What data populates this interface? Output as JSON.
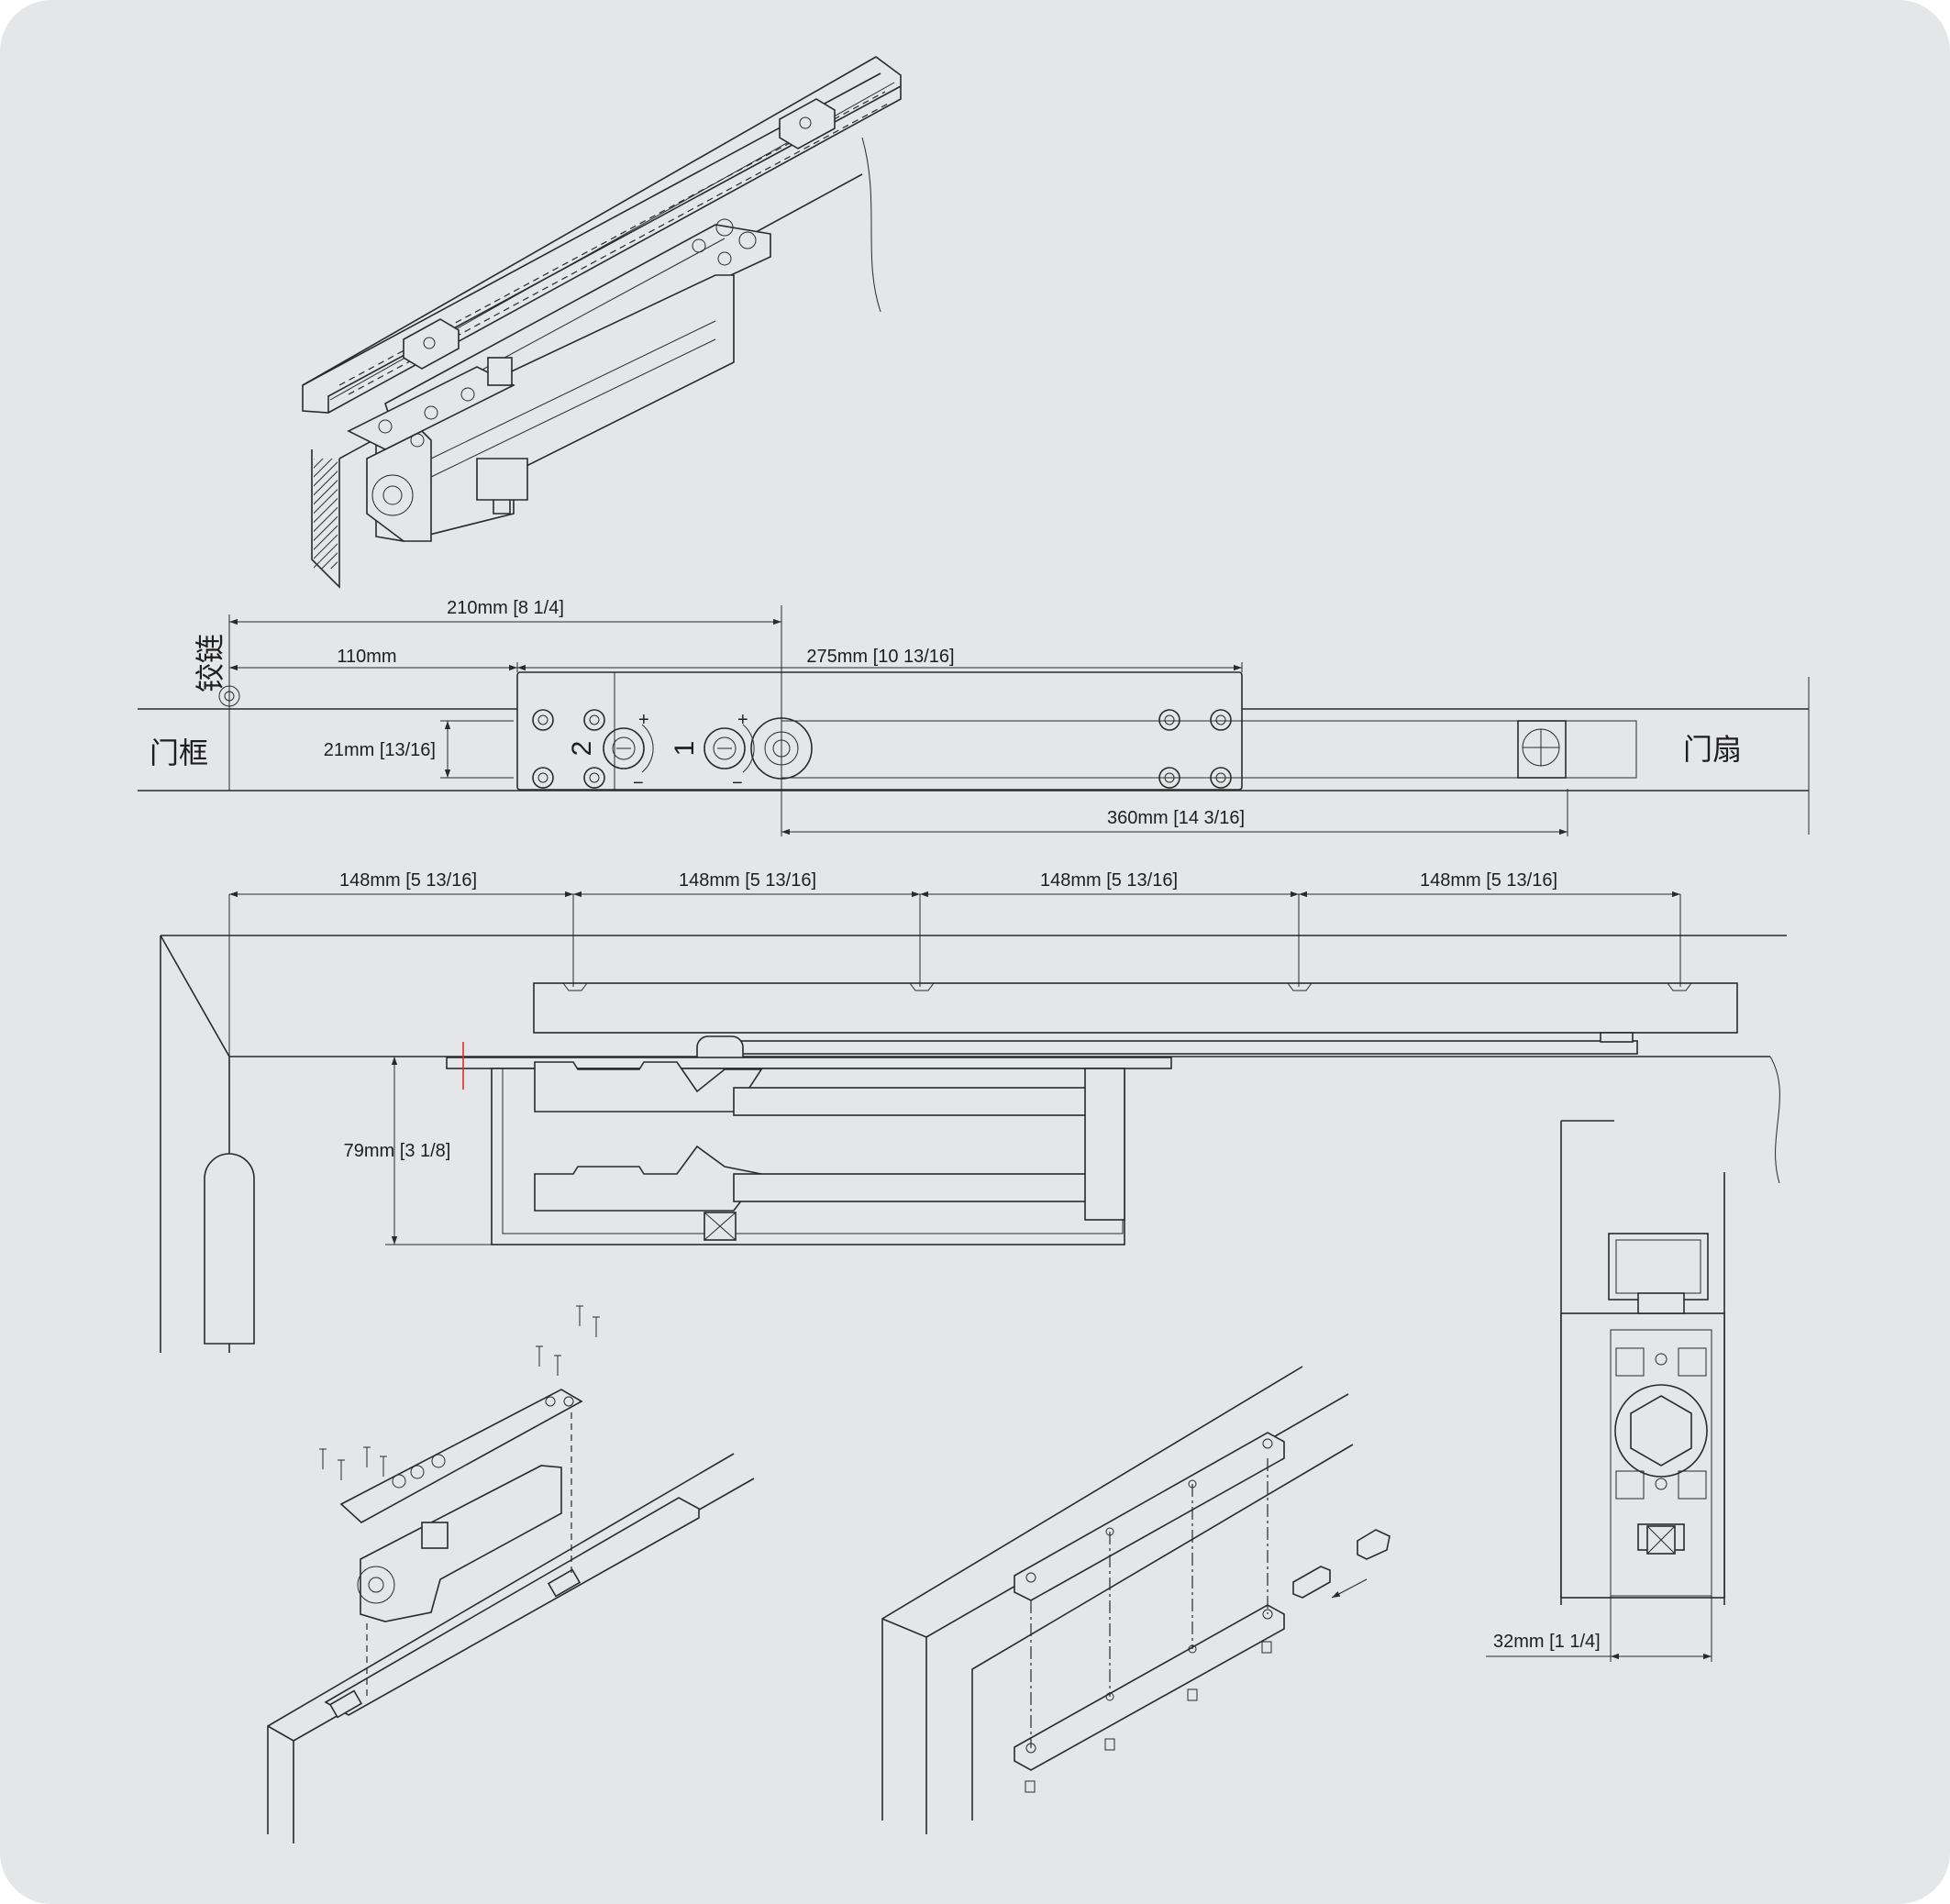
{
  "labels": {
    "hinge": "铰链",
    "door_frame": "门框",
    "door_leaf": "门扇",
    "valve_1": "1",
    "valve_2": "2",
    "plus": "+",
    "minus": "−"
  },
  "dimensions": {
    "d210": "210mm [8 1/4]",
    "d110": "110mm",
    "d275": "275mm [10 13/16]",
    "d21": "21mm [13/16]",
    "d360": "360mm [14 3/16]",
    "d148": [
      "148mm [5 13/16]",
      "148mm [5 13/16]",
      "148mm [5 13/16]",
      "148mm [5 13/16]"
    ],
    "d79": "79mm [3 1/8]",
    "d32": "32mm [1 1/4]"
  },
  "colors": {
    "background": "#e5e6e7",
    "line": "#2a2a2a",
    "marker": "#d9302c"
  }
}
